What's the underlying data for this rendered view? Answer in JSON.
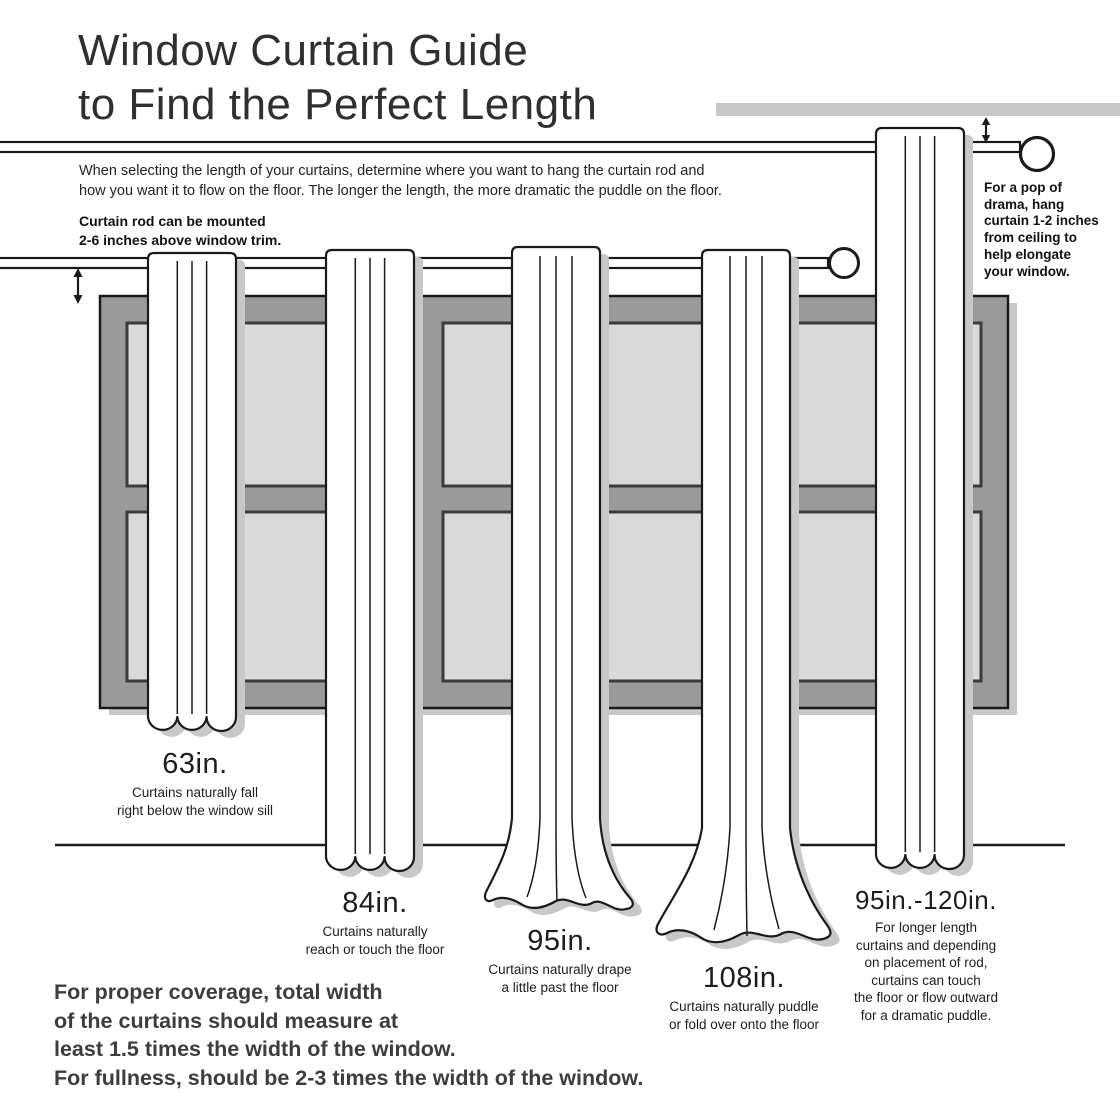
{
  "title": "Window Curtain Guide\nto Find the Perfect Length",
  "intro": "When selecting the length of your curtains, determine where you want to hang the curtain rod and\nhow you want it to flow on the floor. The longer the length, the more dramatic the puddle on the floor.",
  "rod_note": "Curtain rod can be mounted\n2-6 inches above window trim.",
  "ceiling_tip": "For a pop of\ndrama, hang\ncurtain 1-2 inches\nfrom ceiling to\nhelp elongate\nyour window.",
  "measurements": [
    {
      "label": "63in.",
      "desc": "Curtains naturally fall\nright below the window sill"
    },
    {
      "label": "84in.",
      "desc": "Curtains naturally\nreach or touch the floor"
    },
    {
      "label": "95in.",
      "desc": "Curtains naturally drape\na little past the floor"
    },
    {
      "label": "108in.",
      "desc": "Curtains naturally puddle\nor fold over onto the floor"
    },
    {
      "label": "95in.-120in.",
      "desc": "For longer length\ncurtains and depending\non placement of rod,\ncurtains can touch\nthe floor or flow outward\nfor a dramatic puddle."
    }
  ],
  "coverage_note": "For proper coverage, total width\nof the curtains should measure at\nleast 1.5 times the width of the window.\nFor fullness, should be 2-3 times the width of the window.",
  "colors": {
    "ink": "#1a1a1a",
    "frame_gray": "#9a9a9a",
    "pane_gray": "#d9d9d9",
    "mullion_line": "#3c3c3c",
    "shadow_gray": "#c8c8c8",
    "ceiling_bar": "#c7c7c7",
    "curtain_white": "#ffffff"
  }
}
